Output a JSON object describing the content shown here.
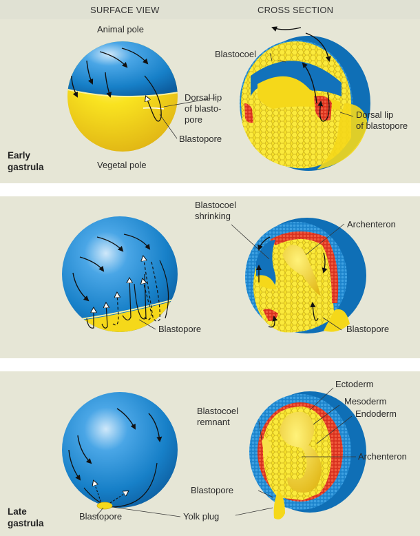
{
  "header": {
    "surface_view": "SURFACE VIEW",
    "cross_section": "CROSS SECTION"
  },
  "panels": [
    {
      "stage": "Early\ngastrula",
      "stage_line1": "Early",
      "stage_line2": "gastrula",
      "surface_labels": {
        "animal_pole": "Animal pole",
        "vegetal_pole": "Vegetal pole",
        "dorsal_lip_1": "Dorsal lip",
        "dorsal_lip_2": "of blasto-",
        "dorsal_lip_3": "pore",
        "blastopore": "Blastopore"
      },
      "section_labels": {
        "blastocoel": "Blastocoel",
        "dorsal_lip_1": "Dorsal lip",
        "dorsal_lip_2": "of blastopore"
      }
    },
    {
      "surface_labels": {
        "blastopore": "Blastopore"
      },
      "section_labels": {
        "blastocoel_1": "Blastocoel",
        "blastocoel_2": "shrinking",
        "archenteron": "Archenteron",
        "blastopore": "Blastopore"
      }
    },
    {
      "stage_line1": "Late",
      "stage_line2": "gastrula",
      "surface_labels": {
        "blastopore": "Blastopore",
        "yolk_plug": "Yolk plug"
      },
      "section_labels": {
        "ectoderm": "Ectoderm",
        "mesoderm": "Mesoderm",
        "endoderm": "Endoderm",
        "blastocoel_1": "Blastocoel",
        "blastocoel_2": "remnant",
        "archenteron": "Archenteron",
        "blastopore": "Blastopore"
      }
    }
  ],
  "colors": {
    "background_panel": "#e6e6d6",
    "header_band": "#e0e1d3",
    "ectoderm_blue": "#1e88d0",
    "yolk_yellow": "#f7dc1a",
    "mesoderm_red": "#e23a26",
    "arrow_black": "#111111"
  }
}
